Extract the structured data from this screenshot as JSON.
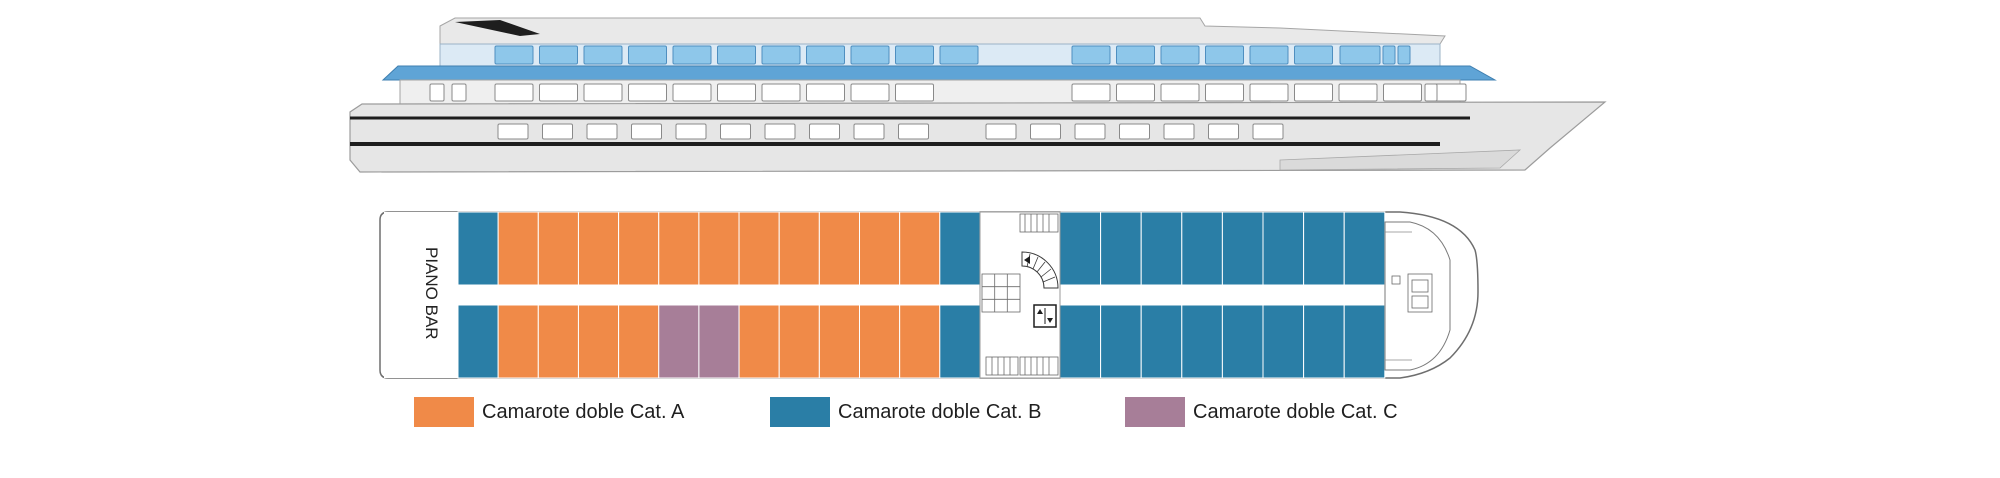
{
  "deck": {
    "lounge_label": "PIANO BAR"
  },
  "legend": [
    {
      "key": "A",
      "label": "Camarote doble Cat. A",
      "color": "#F08A48"
    },
    {
      "key": "B",
      "label": "Camarote doble Cat. B",
      "color": "#2A7EA6"
    },
    {
      "key": "C",
      "label": "Camarote doble Cat. C",
      "color": "#A77E98"
    }
  ],
  "cabins": {
    "aft_block_top": [
      "B",
      "A",
      "A",
      "A",
      "A",
      "A",
      "A",
      "A",
      "A",
      "A",
      "A",
      "A",
      "B"
    ],
    "aft_block_bottom": [
      "B",
      "A",
      "A",
      "A",
      "A",
      "C",
      "C",
      "A",
      "A",
      "A",
      "A",
      "A",
      "B"
    ],
    "fore_block_top": [
      "B",
      "B",
      "B",
      "B",
      "B",
      "B",
      "B",
      "B"
    ],
    "fore_block_bottom": [
      "B",
      "B",
      "B",
      "B",
      "B",
      "B",
      "B",
      "B"
    ]
  },
  "colors": {
    "hull": "#E6E6E6",
    "hull_outline": "#9C9C9C",
    "glass": "#8EC7EA",
    "roof_blue": "#5FA4D6",
    "corridor": "#FFFFFF"
  }
}
